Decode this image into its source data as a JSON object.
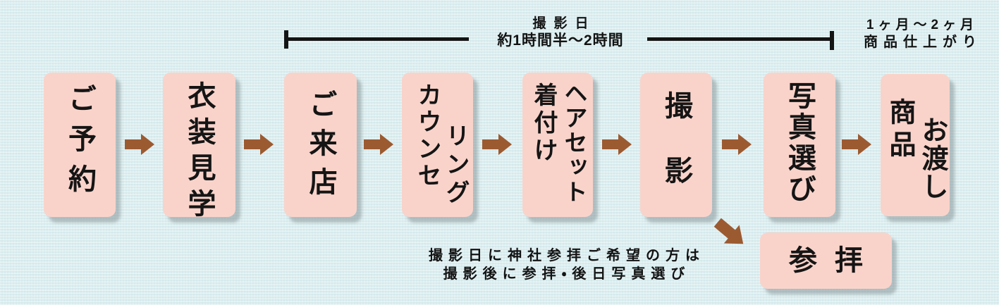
{
  "palette": {
    "background": "#dceef0",
    "box_fill": "#f9d3ca",
    "arrow_brown": "#9c5a31",
    "text_dark": "#151515",
    "bracket_line": "#141414"
  },
  "bracket": {
    "label_line1": "撮影日",
    "label_line2": "約1時間半～2時間"
  },
  "finish_note": {
    "line1": "1ヶ月～2ヶ月",
    "line2": "商品仕上がり"
  },
  "shrine_note": {
    "line1": "撮影日に神社参拝ご希望の方は",
    "line2": "撮影後に参拝・後日写真選び"
  },
  "flow": {
    "steps": [
      {
        "id": "reservation",
        "label": "ご予約",
        "columns": [
          "ご予約"
        ]
      },
      {
        "id": "costume-viewing",
        "label": "衣装見学",
        "columns": [
          "衣装見学"
        ]
      },
      {
        "id": "store-visit",
        "label": "ご来店",
        "columns": [
          "ご来店"
        ]
      },
      {
        "id": "counseling",
        "label": "カウンセリング",
        "columns": [
          "カウンセ",
          "リング"
        ]
      },
      {
        "id": "hair-dressing",
        "label": "ヘアセット着付け",
        "columns": [
          "ヘアセット",
          "着付け"
        ]
      },
      {
        "id": "shooting",
        "label": "撮影",
        "columns": [
          "撮影"
        ]
      },
      {
        "id": "photo-selection",
        "label": "写真選び",
        "columns": [
          "写真選び"
        ]
      },
      {
        "id": "product-handover",
        "label": "商品お渡し",
        "columns": [
          "商品",
          "お渡し"
        ]
      }
    ],
    "branch": {
      "label": "参拝"
    }
  }
}
